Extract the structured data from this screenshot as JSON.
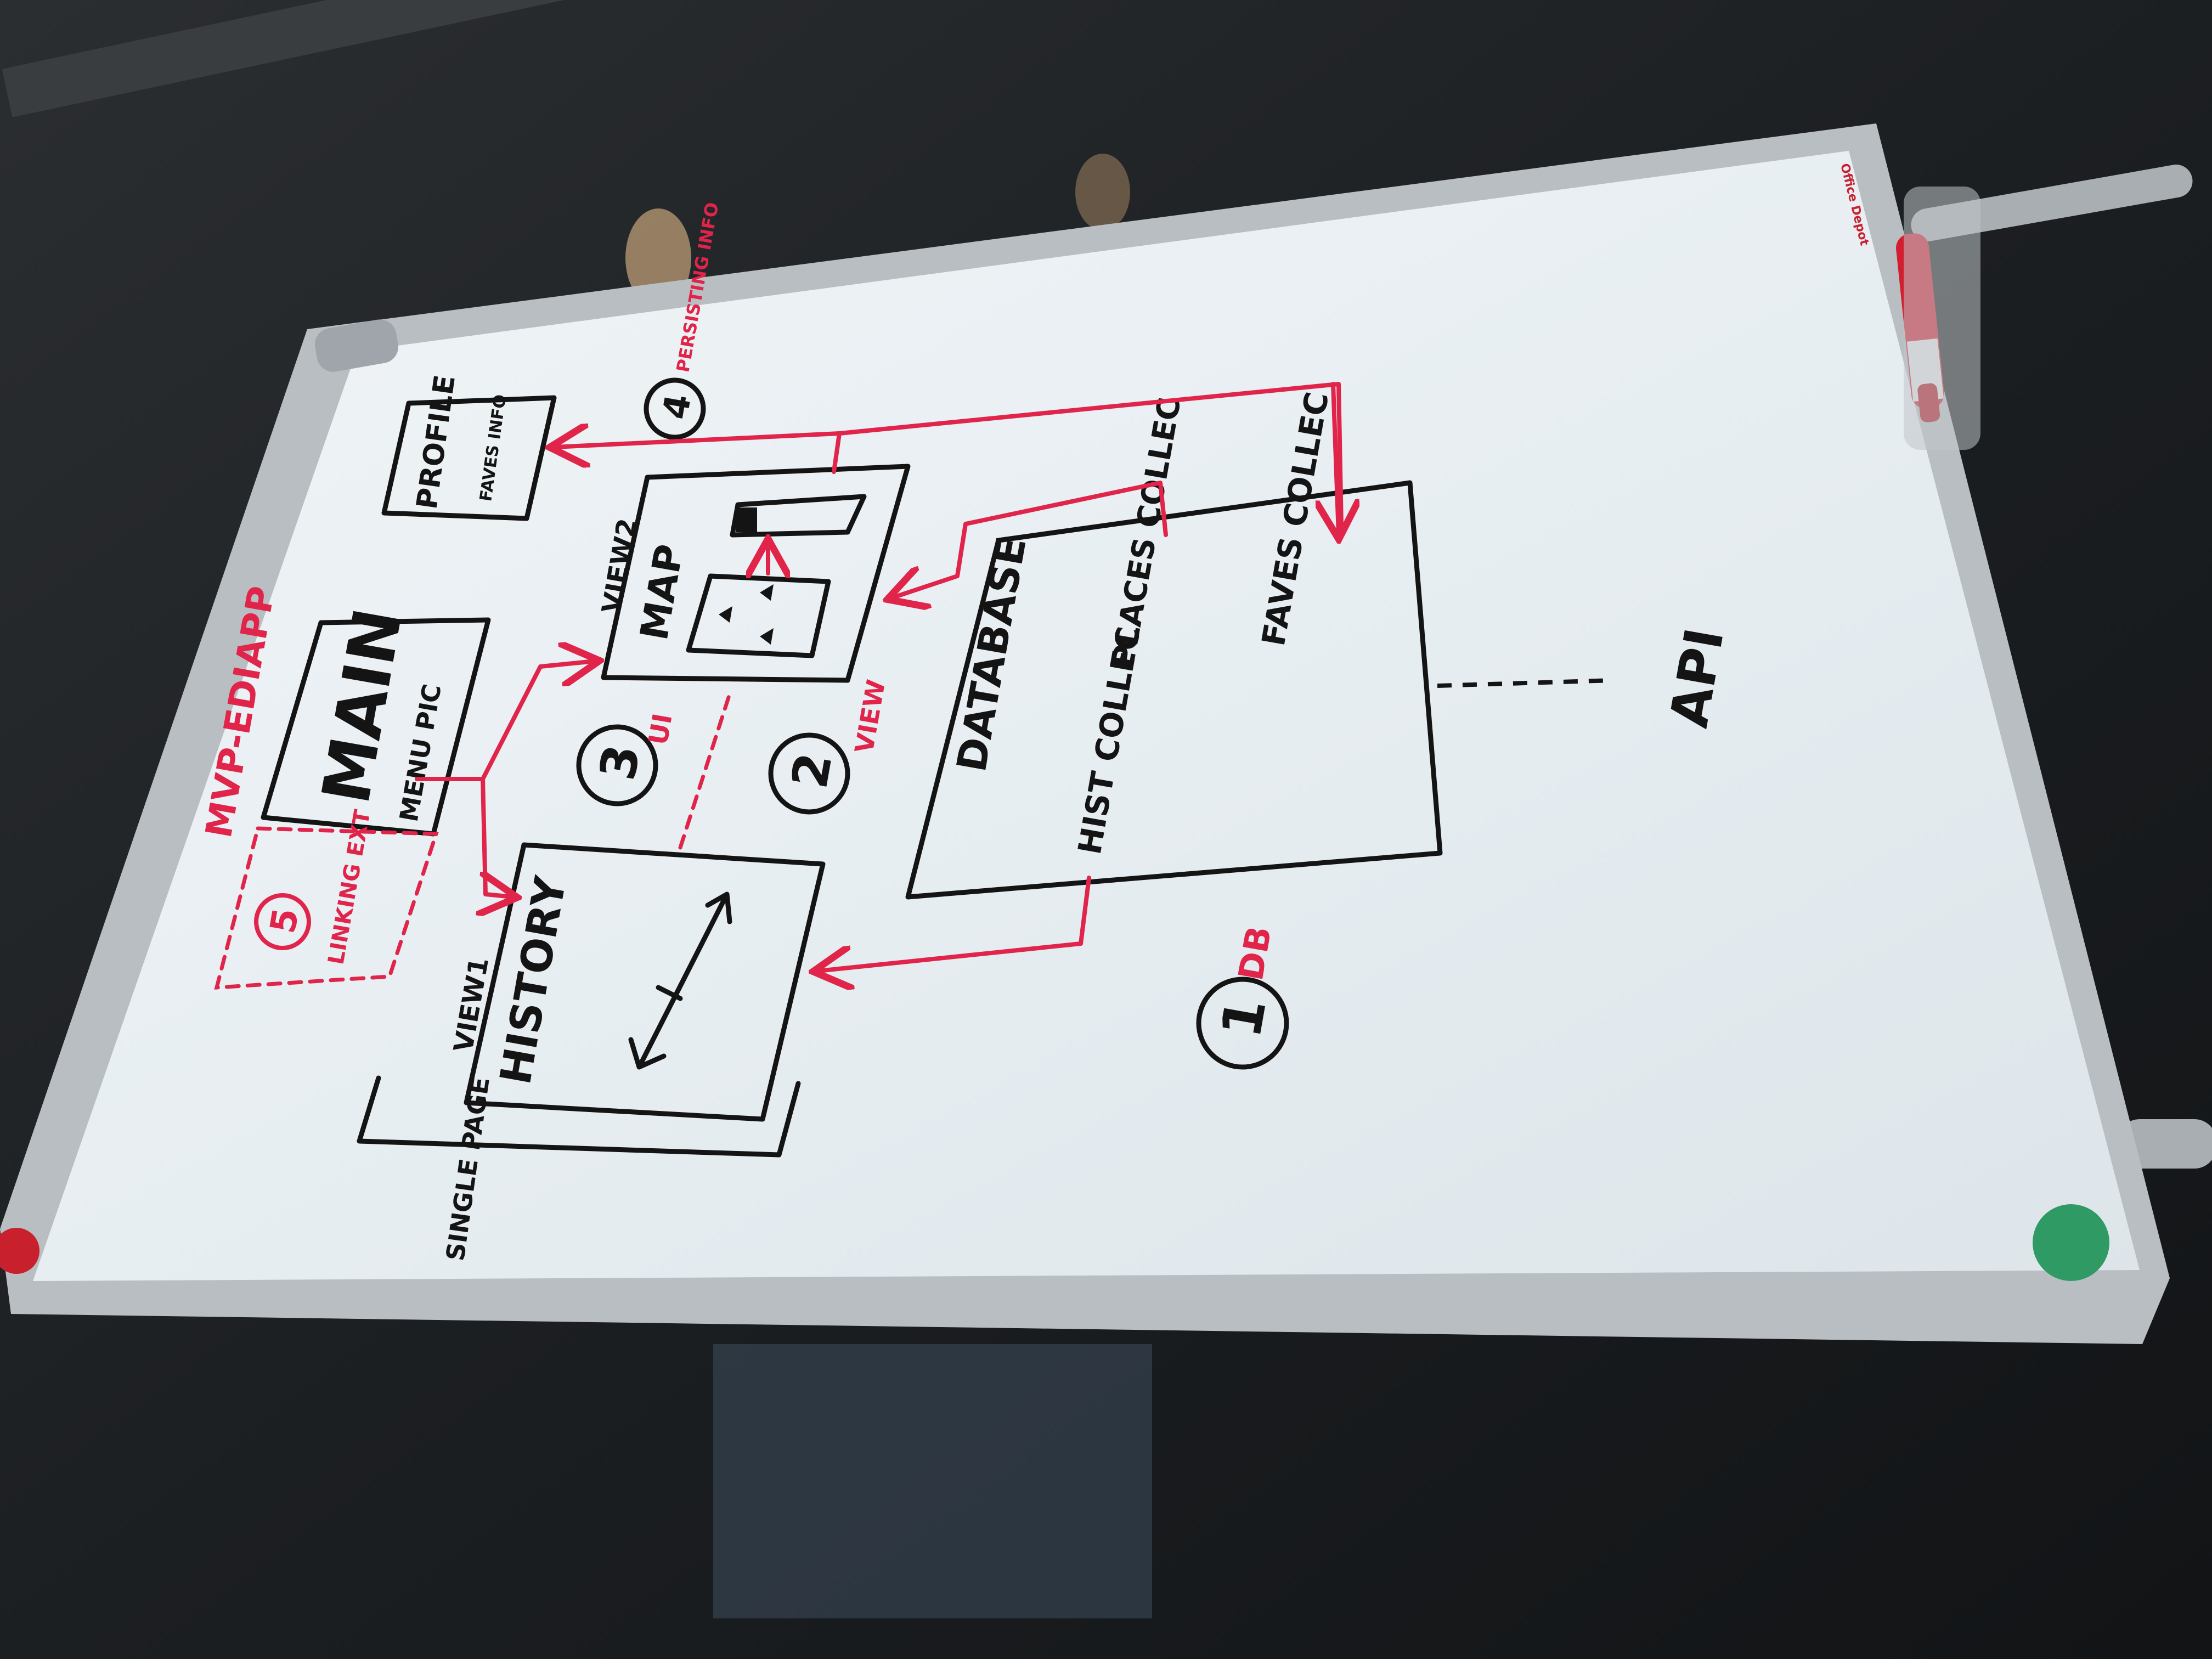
{
  "board": {
    "brand": "Office Depot",
    "title": "MVP-EDIAPP",
    "main": {
      "title": "MAIN",
      "subtitle": "MENU PIC"
    },
    "profile": {
      "title": "PROFILE",
      "subtitle": "FAVES INFO"
    },
    "view2": {
      "label": "VIEW2",
      "title": "MAP"
    },
    "view1": {
      "label": "VIEW1",
      "title": "HISTORY"
    },
    "single_page": "SINGLE PAGE",
    "linking": {
      "number": "5",
      "label": "LINKING EXT"
    },
    "step_ui": {
      "number": "3",
      "label": "UI"
    },
    "step_view": {
      "number": "2",
      "label": "VIEW"
    },
    "step_db": {
      "number": "1",
      "label": "DB"
    },
    "step_persist": {
      "number": "4",
      "label": "PERSISTING INFO"
    },
    "database": {
      "title": "DATABASE",
      "collections": [
        "HIST COLLEC",
        "PLACES COLLEC",
        "FAVES COLLEC"
      ]
    },
    "api": "API"
  },
  "colors": {
    "marker_black": "#141414",
    "marker_red": "#e0244a",
    "board_white": "#e9eff2",
    "frame_silver": "#b9bec3",
    "magnet_red": "#c8202c",
    "magnet_green": "#2f9a63"
  }
}
